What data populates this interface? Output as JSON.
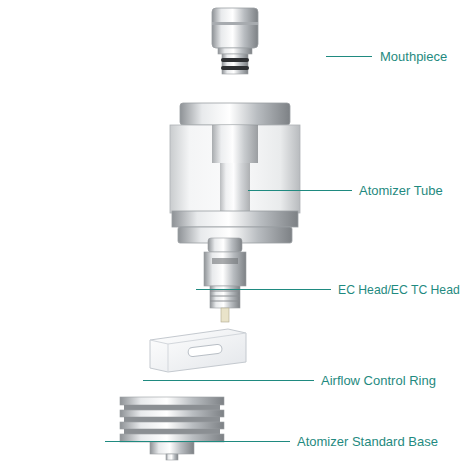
{
  "diagram": {
    "labels": [
      "Mouthpiece",
      "Atomizer Tube",
      "EC Head/EC TC Head",
      "Airflow Control Ring",
      "Atomizer Standard Base"
    ]
  }
}
